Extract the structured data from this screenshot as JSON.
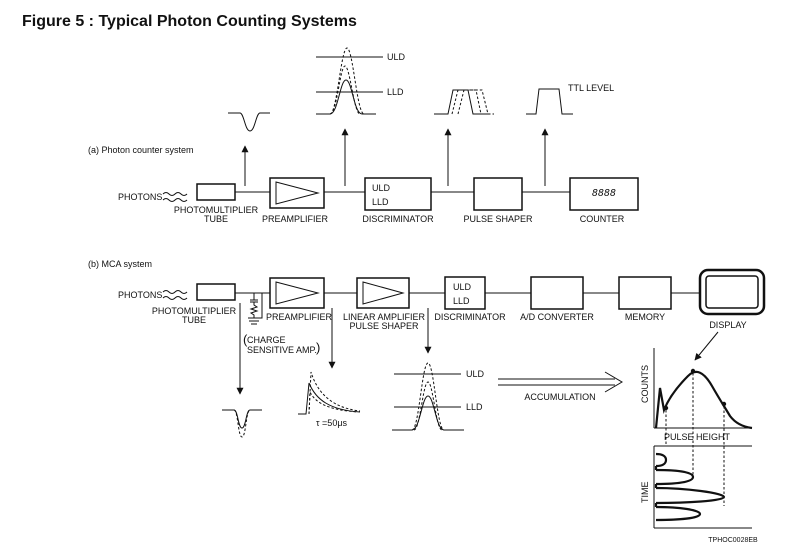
{
  "title": "Figure 5 :  Typical Photon Counting Systems",
  "photon_counter": {
    "caption": "(a) Photon counter system",
    "photons": "PHOTONS",
    "pmt": [
      "PHOTOMULTIPLIER",
      "TUBE"
    ],
    "preamplifier": "PREAMPLIFIER",
    "discriminator": "DISCRIMINATOR",
    "uld": "ULD",
    "lld": "LLD",
    "pulse_shaper": "PULSE SHAPER",
    "counter": "COUNTER",
    "counter_display": "8888",
    "ttl_level": "TTL LEVEL"
  },
  "mca": {
    "caption": "(b) MCA system",
    "photons": "PHOTONS",
    "pmt": [
      "PHOTOMULTIPLIER",
      "TUBE"
    ],
    "preamplifier": "PREAMPLIFIER",
    "charge_amp": [
      "CHARGE",
      "SENSITIVE AMP."
    ],
    "charge_paren_open": "(",
    "charge_paren_close": ")",
    "linear_amp": [
      "LINEAR AMPLIFIER",
      "PULSE SHAPER"
    ],
    "discriminator": "DISCRIMINATOR",
    "uld": "ULD",
    "lld": "LLD",
    "adc": "A/D CONVERTER",
    "memory": "MEMORY",
    "display": "DISPLAY",
    "tau": "τ =50μs",
    "accumulation": "ACCUMULATION",
    "counts": "COUNTS",
    "pulse_height": "PULSE HEIGHT",
    "time": "TIME"
  },
  "footer_code": "TPHOC0028EB"
}
